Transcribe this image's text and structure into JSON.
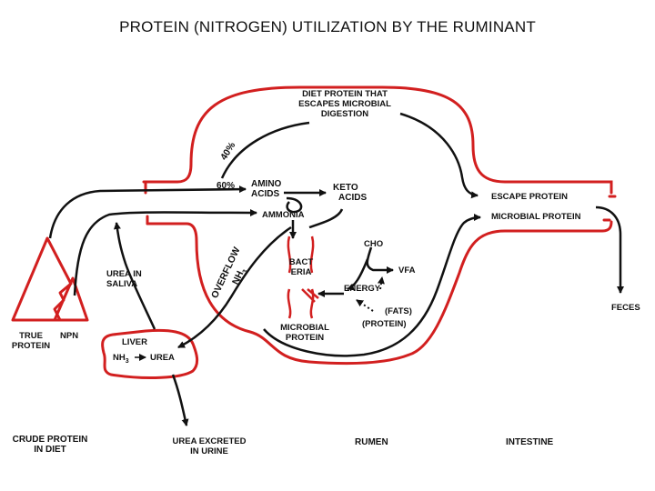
{
  "title": "PROTEIN (NITROGEN) UTILIZATION BY THE RUMINANT",
  "labels": {
    "escape_diet": [
      "DIET PROTEIN THAT",
      "ESCAPES MICROBIAL",
      "DIGESTION"
    ],
    "pct_40": "40%",
    "pct_60": "60%",
    "amino_acids": [
      "AMINO",
      "ACIDS"
    ],
    "keto_acids": [
      "KETO",
      "ACIDS"
    ],
    "ammonia": "AMMONIA",
    "overflow": "OVERFLOW",
    "nh3": "NH",
    "nh3_sub": "3",
    "urea_saliva": [
      "UREA IN",
      "SALIVA"
    ],
    "bacteria": [
      "BACT",
      "ERIA"
    ],
    "cho": "CHO",
    "vfa": "VFA",
    "energy": "ENERGY",
    "fats": "(FATS)",
    "protein_paren": "(PROTEIN)",
    "microbial_protein_rumen": [
      "MICROBIAL",
      "PROTEIN"
    ],
    "escape_protein": "ESCAPE PROTEIN",
    "microbial_protein": "MICROBIAL PROTEIN",
    "feces": "FECES",
    "true_protein": [
      "TRUE",
      "PROTEIN"
    ],
    "npn": "NPN",
    "liver": "LIVER",
    "liver_nh": "NH",
    "liver_nh_sub": "3",
    "liver_urea": "UREA",
    "crude_protein": [
      "CRUDE PROTEIN",
      "IN DIET"
    ],
    "urea_excreted": [
      "UREA EXCRETED",
      "IN URINE"
    ],
    "rumen": "RUMEN",
    "intestine": "INTESTINE"
  },
  "colors": {
    "red": "#d21f1f",
    "black": "#111111"
  }
}
